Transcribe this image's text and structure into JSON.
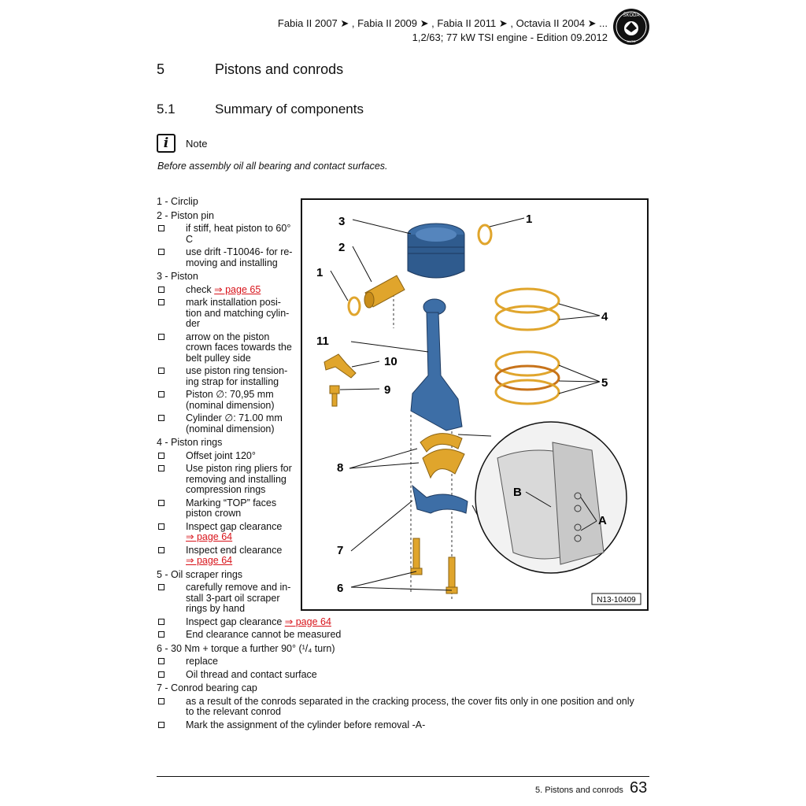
{
  "header": {
    "models": "Fabia II 2007 ➤ , Fabia II 2009 ➤ , Fabia II 2011 ➤ , Octavia II 2004 ➤ ...",
    "engine": "1,2/63; 77 kW TSI engine - Edition 09.2012",
    "logo_text": "ŠKODA",
    "logo_sub": "AUTO"
  },
  "section": {
    "number": "5",
    "title": "Pistons and conrods"
  },
  "subsection": {
    "number": "5.1",
    "title": "Summary of components"
  },
  "note": {
    "icon": "info-icon",
    "icon_glyph": "i",
    "label": "Note",
    "text": "Before assembly oil all bearing and contact surfaces."
  },
  "items": [
    {
      "title": "1 - Circlip",
      "subs": []
    },
    {
      "title": "2 - Piston pin",
      "subs": [
        {
          "lines": [
            "if stiff, heat piston to 60°",
            "C"
          ]
        },
        {
          "lines": [
            "use drift -T10046- for re-",
            "moving and installing"
          ]
        }
      ]
    },
    {
      "title": "3 - Piston",
      "subs": [
        {
          "lines": [
            "check "
          ],
          "link": "⇒ page 65"
        },
        {
          "lines": [
            "mark installation posi-",
            "tion and matching cylin-",
            "der"
          ]
        },
        {
          "lines": [
            "arrow on the piston",
            "crown faces towards the",
            "belt pulley side"
          ]
        },
        {
          "lines": [
            "use piston ring tension-",
            "ing strap for installing"
          ]
        },
        {
          "lines": [
            "Piston ∅: 70,95 mm",
            "(nominal dimension)"
          ]
        },
        {
          "lines": [
            "Cylinder ∅: 71.00 mm",
            "(nominal dimension)"
          ]
        }
      ]
    },
    {
      "title": "4 - Piston rings",
      "subs": [
        {
          "lines": [
            "Offset joint 120°"
          ]
        },
        {
          "lines": [
            "Use piston ring pliers for",
            "removing and installing",
            "compression rings"
          ]
        },
        {
          "lines": [
            "Marking “TOP” faces",
            "piston crown"
          ]
        },
        {
          "lines": [
            "Inspect gap clearance"
          ],
          "link_line": "⇒ page 64"
        },
        {
          "lines": [
            "Inspect end clearance"
          ],
          "link_line": "⇒ page 64"
        }
      ]
    },
    {
      "title": "5 - Oil scraper rings",
      "subs": [
        {
          "lines": [
            "carefully remove and in-",
            "stall 3-part oil scraper rings by hand"
          ]
        },
        {
          "lines": [
            "Inspect gap clearance "
          ],
          "link": "⇒ page 64"
        },
        {
          "lines": [
            "End clearance cannot be measured"
          ]
        }
      ]
    },
    {
      "title": "6 - 30 Nm + torque a further 90° (¹/₄ turn)",
      "subs": [
        {
          "lines": [
            "replace"
          ]
        },
        {
          "lines": [
            "Oil thread and contact surface"
          ]
        }
      ]
    },
    {
      "title": "7 - Conrod bearing cap",
      "subs": [
        {
          "lines": [
            "as a result of the conrods separated in the cracking process, the cover fits only in one position and only",
            "to the relevant conrod"
          ]
        },
        {
          "lines": [
            "Mark the assignment of the cylinder before removal -A-"
          ]
        }
      ]
    }
  ],
  "figure": {
    "labels": [
      "1",
      "1",
      "2",
      "3",
      "4",
      "5",
      "6",
      "7",
      "8",
      "9",
      "10",
      "11",
      "A",
      "B"
    ],
    "code": "N13-10409"
  },
  "footer": {
    "text": "5. Pistons and conrods",
    "page": "63"
  },
  "colors": {
    "link": "#d8141b",
    "part_blue": "#3d6ea6",
    "part_gold": "#e0a52c"
  }
}
